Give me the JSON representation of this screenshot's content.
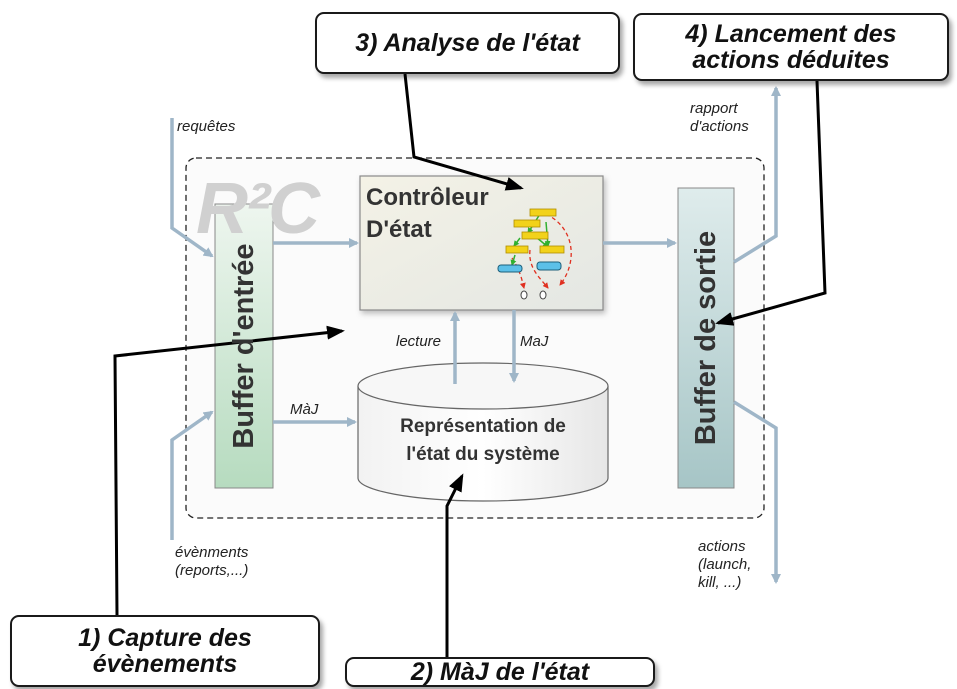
{
  "callouts": {
    "capture": "1) Capture des\névènements",
    "maj": "2) MàJ de l'état",
    "analyse": "3) Analyse de l'état",
    "lancement": "4) Lancement des\nactions déduites"
  },
  "watermark": "R²C",
  "boxes": {
    "input_buffer": "Buffer d'entrée",
    "output_buffer": "Buffer de sortie",
    "controller_line1": "Contrôleur",
    "controller_line2": "D'état",
    "state_line1": "Représentation de",
    "state_line2": "l'état du système"
  },
  "labels": {
    "requetes": "requêtes",
    "evenements": "évènments\n(reports,...)",
    "rapport": "rapport\nd'actions",
    "actions": "actions\n(launch,\nkill, ...)",
    "lecture": "lecture",
    "maj_read": "MaJ",
    "maj_input": "MàJ"
  },
  "colors": {
    "flow_arrow": "#9fb6c8",
    "pointer_arrow": "#000000",
    "input_buffer_top": "#eaf3ec",
    "input_buffer_bottom": "#b8dcc0",
    "output_buffer_top": "#d9e8e8",
    "output_buffer_bottom": "#a9c7c8"
  }
}
